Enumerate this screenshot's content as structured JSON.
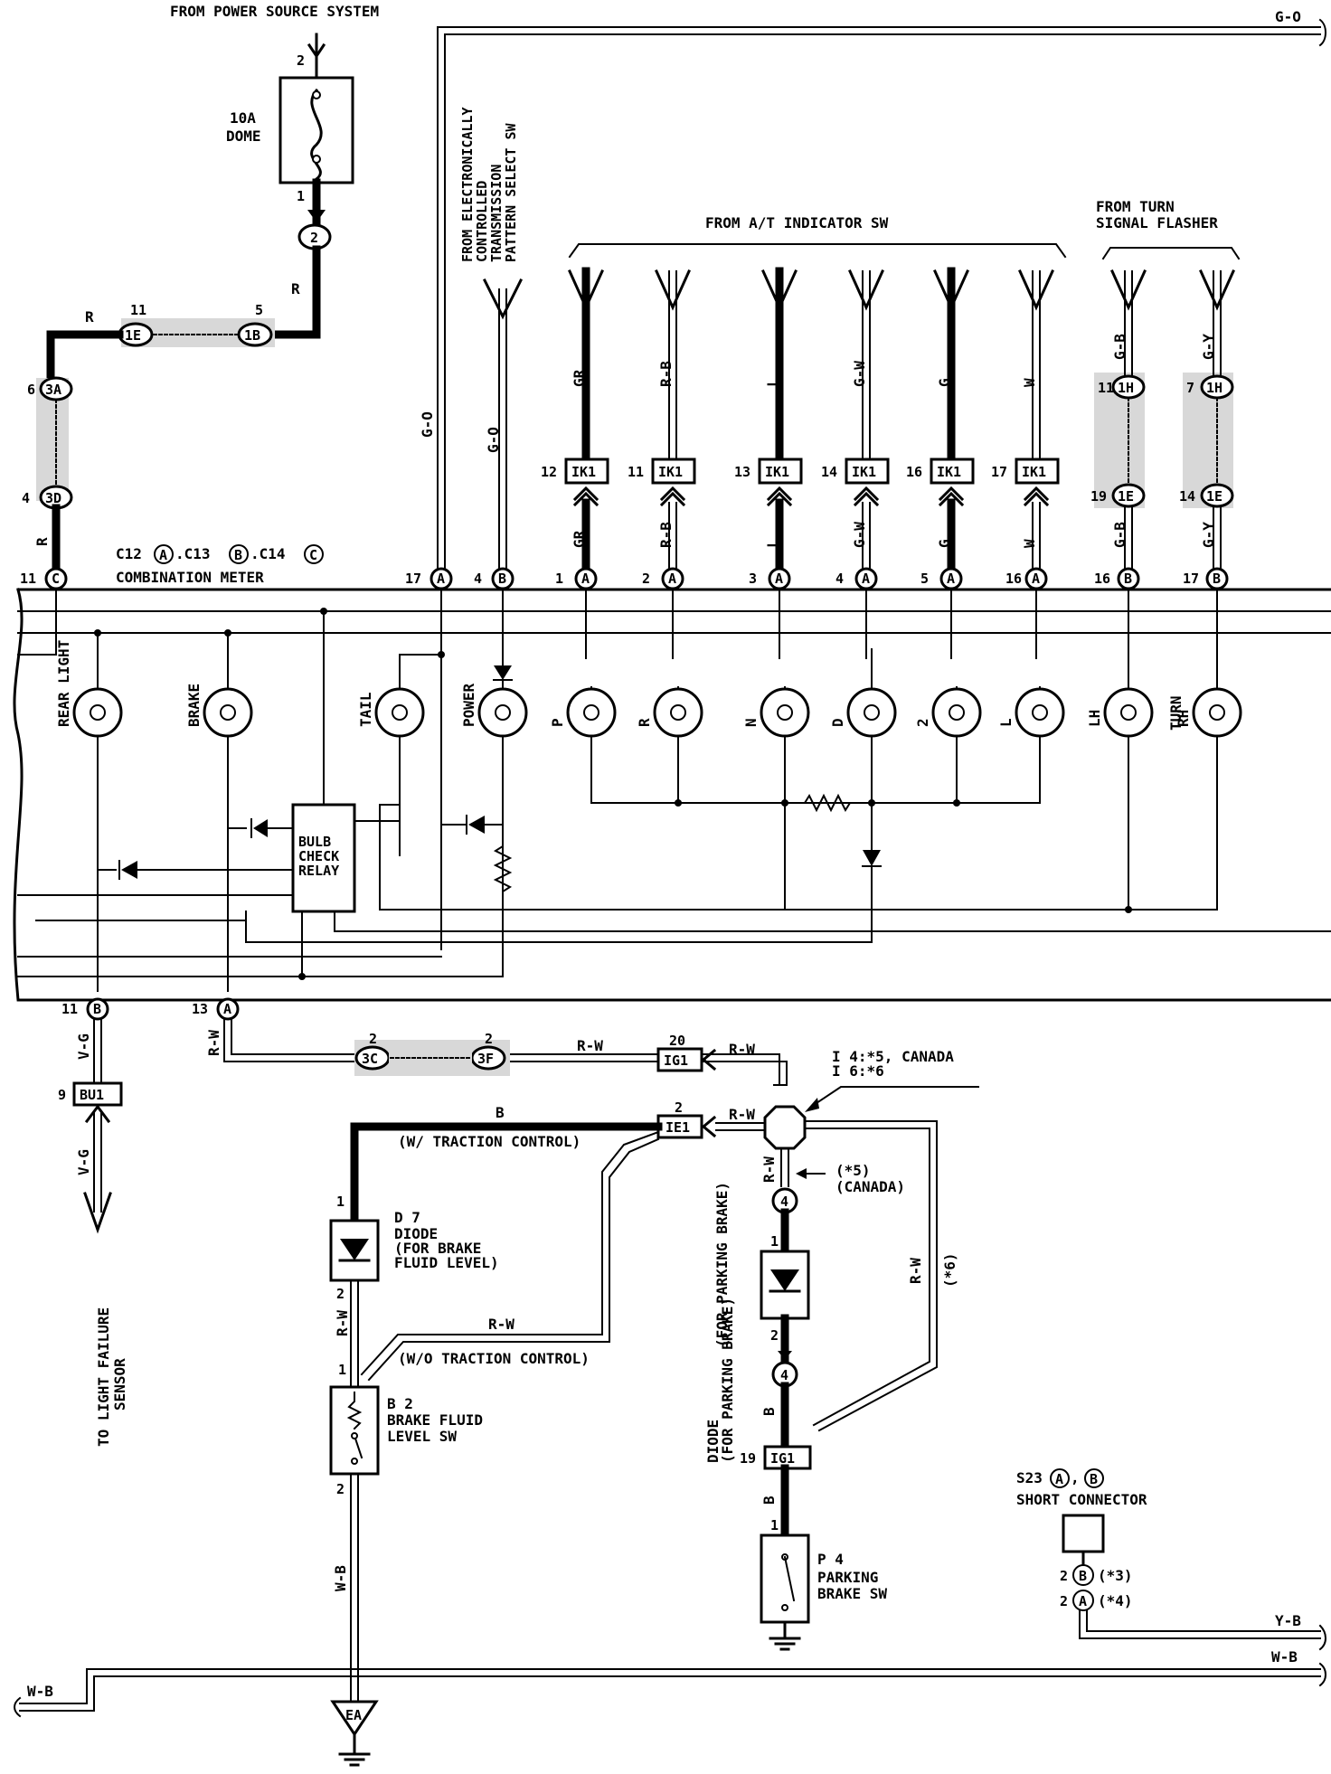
{
  "power": {
    "source": "FROM POWER SOURCE SYSTEM",
    "fuse_rating": "10A",
    "fuse_name": "DOME",
    "pin_in": "2",
    "pin_out": "1"
  },
  "junctions": {
    "j2": "2",
    "j1e_pin": "11",
    "j1e": "1E",
    "j1b_pin": "5",
    "j1b": "1B",
    "j3a_pin": "6",
    "j3a": "3A",
    "j3d_pin": "4",
    "j3d": "3D"
  },
  "wires": {
    "red": "R",
    "go": "G-O",
    "vg": "V-G",
    "rw": "R-W",
    "b": "B",
    "wb": "W-B",
    "yb": "Y-B"
  },
  "headers": {
    "ect": [
      "FROM ELECTRONICALLY",
      "CONTROLLED",
      "TRANSMISSION",
      "PATTERN SELECT SW"
    ],
    "at_indicator": "FROM A/T INDICATOR SW",
    "turn": [
      "FROM TURN",
      "SIGNAL FLASHER"
    ]
  },
  "at_wires": [
    {
      "color": "GR",
      "pin": "12",
      "conn": "IK1",
      "meter_pin": "1",
      "meter_conn": "A"
    },
    {
      "color": "R-B",
      "pin": "11",
      "conn": "IK1",
      "meter_pin": "2",
      "meter_conn": "A"
    },
    {
      "color": "L",
      "pin": "13",
      "conn": "IK1",
      "meter_pin": "3",
      "meter_conn": "A"
    },
    {
      "color": "G-W",
      "pin": "14",
      "conn": "IK1",
      "meter_pin": "4",
      "meter_conn": "A"
    },
    {
      "color": "G",
      "pin": "16",
      "conn": "IK1",
      "meter_pin": "5",
      "meter_conn": "A"
    },
    {
      "color": "W",
      "pin": "17",
      "conn": "IK1",
      "meter_pin": "16",
      "meter_conn": "A"
    }
  ],
  "turn_wires": [
    {
      "color": "G-B",
      "p1": "11",
      "c1": "1H",
      "p2": "19",
      "c2": "1E",
      "meter_pin": "16",
      "meter_conn": "B"
    },
    {
      "color": "G-Y",
      "p1": "7",
      "c1": "1H",
      "p2": "14",
      "c2": "1E",
      "meter_pin": "17",
      "meter_conn": "B"
    }
  ],
  "meter": {
    "title_parts": [
      "C12",
      "A",
      ".C13",
      "B",
      ".C14",
      "C"
    ],
    "name": "COMBINATION METER",
    "pin_c": "11",
    "conn_c": "C",
    "pin_go": "17",
    "conn_go": "A",
    "pin_ect": "4",
    "conn_ect": "B",
    "pin_rear": "11",
    "conn_rear": "B",
    "pin_brake": "13",
    "conn_brake": "A",
    "lamps": [
      "REAR LIGHT",
      "BRAKE",
      "TAIL",
      "POWER",
      "P",
      "R",
      "N",
      "D",
      "2",
      "L",
      "LH",
      "TURN",
      "RH"
    ],
    "relay": [
      "BULB",
      "CHECK",
      "RELAY"
    ]
  },
  "lower": {
    "bu1_pin": "9",
    "bu1": "BU1",
    "to_sensor": [
      "TO LIGHT FAILURE",
      "SENSOR"
    ],
    "j3c_pin": "2",
    "j3c": "3C",
    "j3f_pin": "2",
    "j3f": "3F",
    "ig1_top_pin": "20",
    "ig1_top": "IG1",
    "ie1_pin": "2",
    "ie1": "IE1",
    "splice_note": [
      "I 4:*5, CANADA",
      "I 6:*6"
    ],
    "note5": [
      "(*5)",
      "(CANADA)"
    ],
    "note6": "(*6)",
    "with_tc": "(W/ TRACTION CONTROL)",
    "without_tc": "(W/O TRACTION CONTROL)",
    "d7": {
      "name": "D 7",
      "desc": [
        "DIODE",
        "(FOR BRAKE",
        "FLUID LEVEL)"
      ],
      "pin1": "1",
      "pin2": "2"
    },
    "b2": {
      "name": "B 2",
      "desc": [
        "BRAKE FLUID",
        "LEVEL SW"
      ],
      "pin1": "1",
      "pin2": "2"
    },
    "pdiode": {
      "desc": [
        "DIODE",
        "(FOR PARKING BRAKE)"
      ],
      "pin1": "1",
      "pin2": "2",
      "c4": "4"
    },
    "ig1_low_pin": "19",
    "ig1_low": "IG1",
    "p4": {
      "name": "P 4",
      "desc": [
        "PARKING",
        "BRAKE SW"
      ],
      "pin1": "1"
    },
    "s23": {
      "title_parts": [
        "S23",
        "A",
        ",",
        "B"
      ],
      "name": "SHORT CONNECTOR",
      "rows": [
        {
          "pin": "2",
          "conn": "B",
          "note": "(*3)"
        },
        {
          "pin": "2",
          "conn": "A",
          "note": "(*4)"
        }
      ]
    },
    "ground": "EA"
  }
}
